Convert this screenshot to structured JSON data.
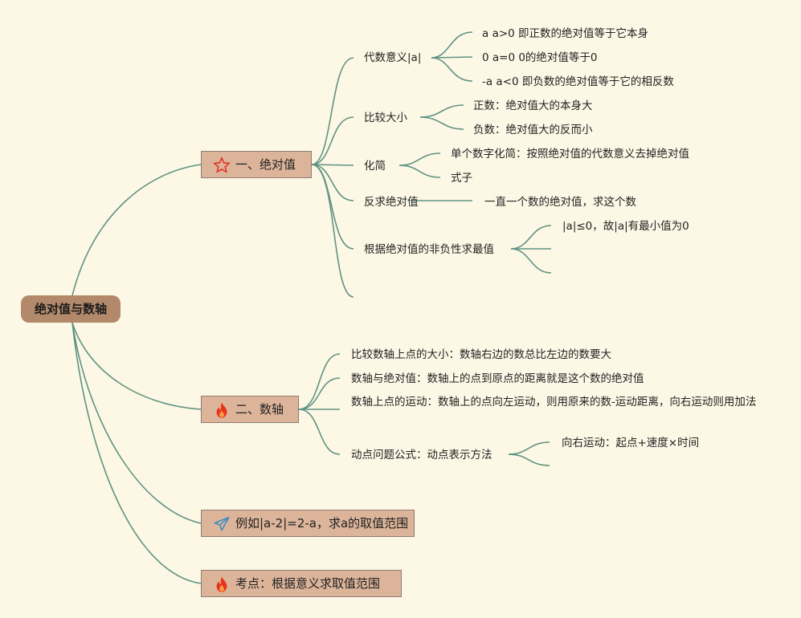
{
  "root": "绝对值与数轴",
  "branches": {
    "b1": "一、绝对值",
    "b2": "二、数轴",
    "b3": "例如|a-2|=2-a，求a的取值范围",
    "b4": "考点：根据意义求取值范围"
  },
  "b1": {
    "n1": "代数意义|a|",
    "n1c": [
      "a a>0 即正数的绝对值等于它本身",
      "0 a=0 0的绝对值等于0",
      "-a a<0 即负数的绝对值等于它的相反数"
    ],
    "n2": "比较大小",
    "n2c": [
      "正数：绝对值大的本身大",
      "负数：绝对值大的反而小"
    ],
    "n3": "化简",
    "n3c": [
      "单个数字化简：按照绝对值的代数意义去掉绝对值",
      "式子"
    ],
    "n4": "反求绝对值",
    "n4c": "一直一个数的绝对值，求这个数",
    "n5": "根据绝对值的非负性求最值",
    "n5c": "|a|≤0，故|a|有最小值为0"
  },
  "b2": {
    "c1": "比较数轴上点的大小：数轴右边的数总比左边的数要大",
    "c2": "数轴与绝对值：数轴上的点到原点的距离就是这个数的绝对值",
    "c3": "数轴上点的运动：数轴上的点向左运动，则用原来的数-运动距离，向右运动则用加法",
    "c4": "动点问题公式：动点表示方法",
    "c4c": "向右运动：起点+速度×时间"
  },
  "icons": {
    "b1": "star-icon",
    "b2": "fire-icon",
    "b3": "paper-plane-icon",
    "b4": "fire-icon"
  },
  "colors": {
    "background": "#fdf8e6",
    "root": "#b3896c",
    "branch": "#dcb49a",
    "connector": "#5f9383",
    "star": "#e0392b",
    "fire": "#e8341c",
    "plane": "#3a8fbf"
  }
}
